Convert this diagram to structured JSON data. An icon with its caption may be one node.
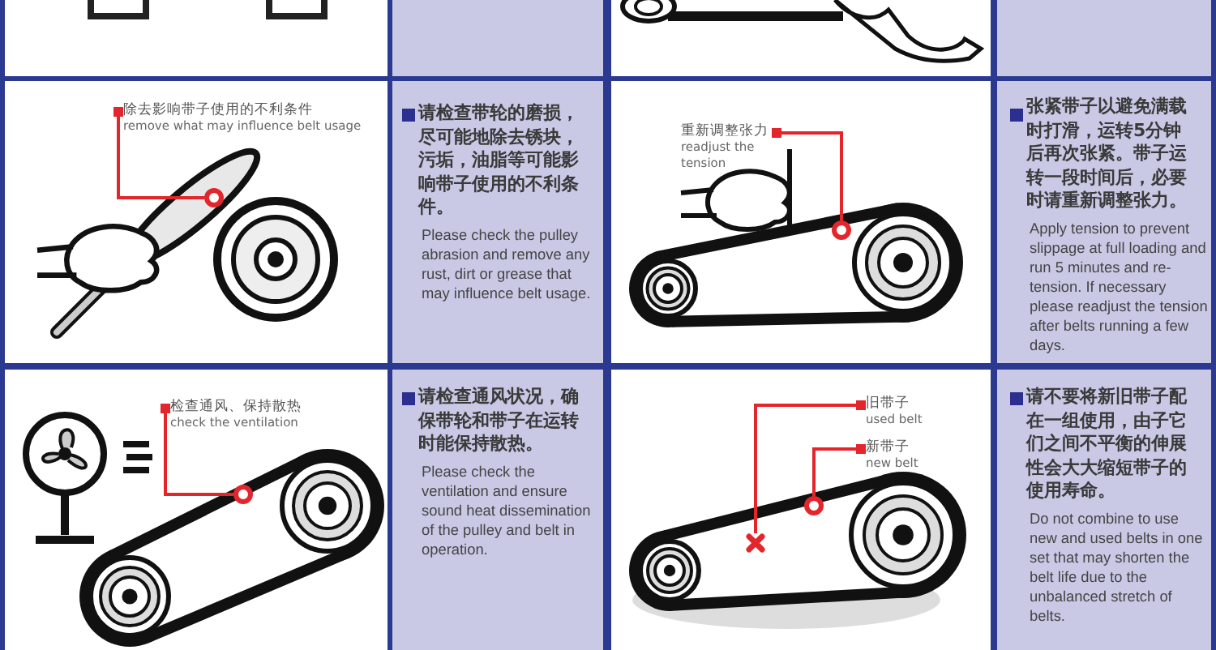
{
  "diagram": {
    "nodes": [
      {
        "text": [
          "除去影响带子使用的不利条件",
          "remove what may influence belt usage"
        ]
      },
      {
        "text": [],
        "shape": "circle"
      },
      {
        "text": [
          "重新调整张力",
          "readjust the tension"
        ]
      },
      {
        "text": [],
        "shape": "circle"
      },
      {
        "text": [
          "检查通风、保持散热",
          "check the ventilation"
        ]
      },
      {
        "text": [],
        "shape": "circle"
      },
      {
        "text": [
          "旧带子",
          "used belt"
        ]
      },
      {
        "text": [],
        "shape": "cross"
      },
      {
        "text": [
          "新带子",
          "new belt"
        ]
      },
      {
        "text": [],
        "shape": "circle"
      }
    ],
    "edges": [
      {
        "from": 0,
        "to": 1,
        "arrow": "other"
      },
      {
        "from": 2,
        "to": 3,
        "arrow": "other"
      },
      {
        "from": 4,
        "to": 5,
        "arrow": "other"
      },
      {
        "from": 6,
        "to": 7,
        "arrow": "other"
      },
      {
        "from": 8,
        "to": 9,
        "arrow": "other"
      }
    ],
    "labels": [
      "请检查带轮的磨损，尽可能地除去锈块，污垢，油脂等可能影响带子使用的不利条件。",
      "Please check the pulley abrasion and remove any rust, dirt or grease that may influence belt usage.",
      "张紧带子以避免满载时打滑，运转5分钟后再次张紧。带子运转一段时间后，必要时请重新调整张力。",
      "Apply tension to prevent slippage at full loading and run 5 minutes and re-tension. If necessary please readjust the tension after belts running a few days.",
      "请检查通风状况，确保带轮和带子在运转时能保持散热。",
      "Please check the ventilation and ensure sound heat dissemination of the pulley and belt in operation.",
      "请不要将新旧带子配在一组使用，由子它们之间不平衡的伸展性会大大缩短带子的使用寿命。",
      "Do not combine to use new and used belts in one set that may shorten the belt life due to the unbalanced stretch of belts."
    ]
  }
}
